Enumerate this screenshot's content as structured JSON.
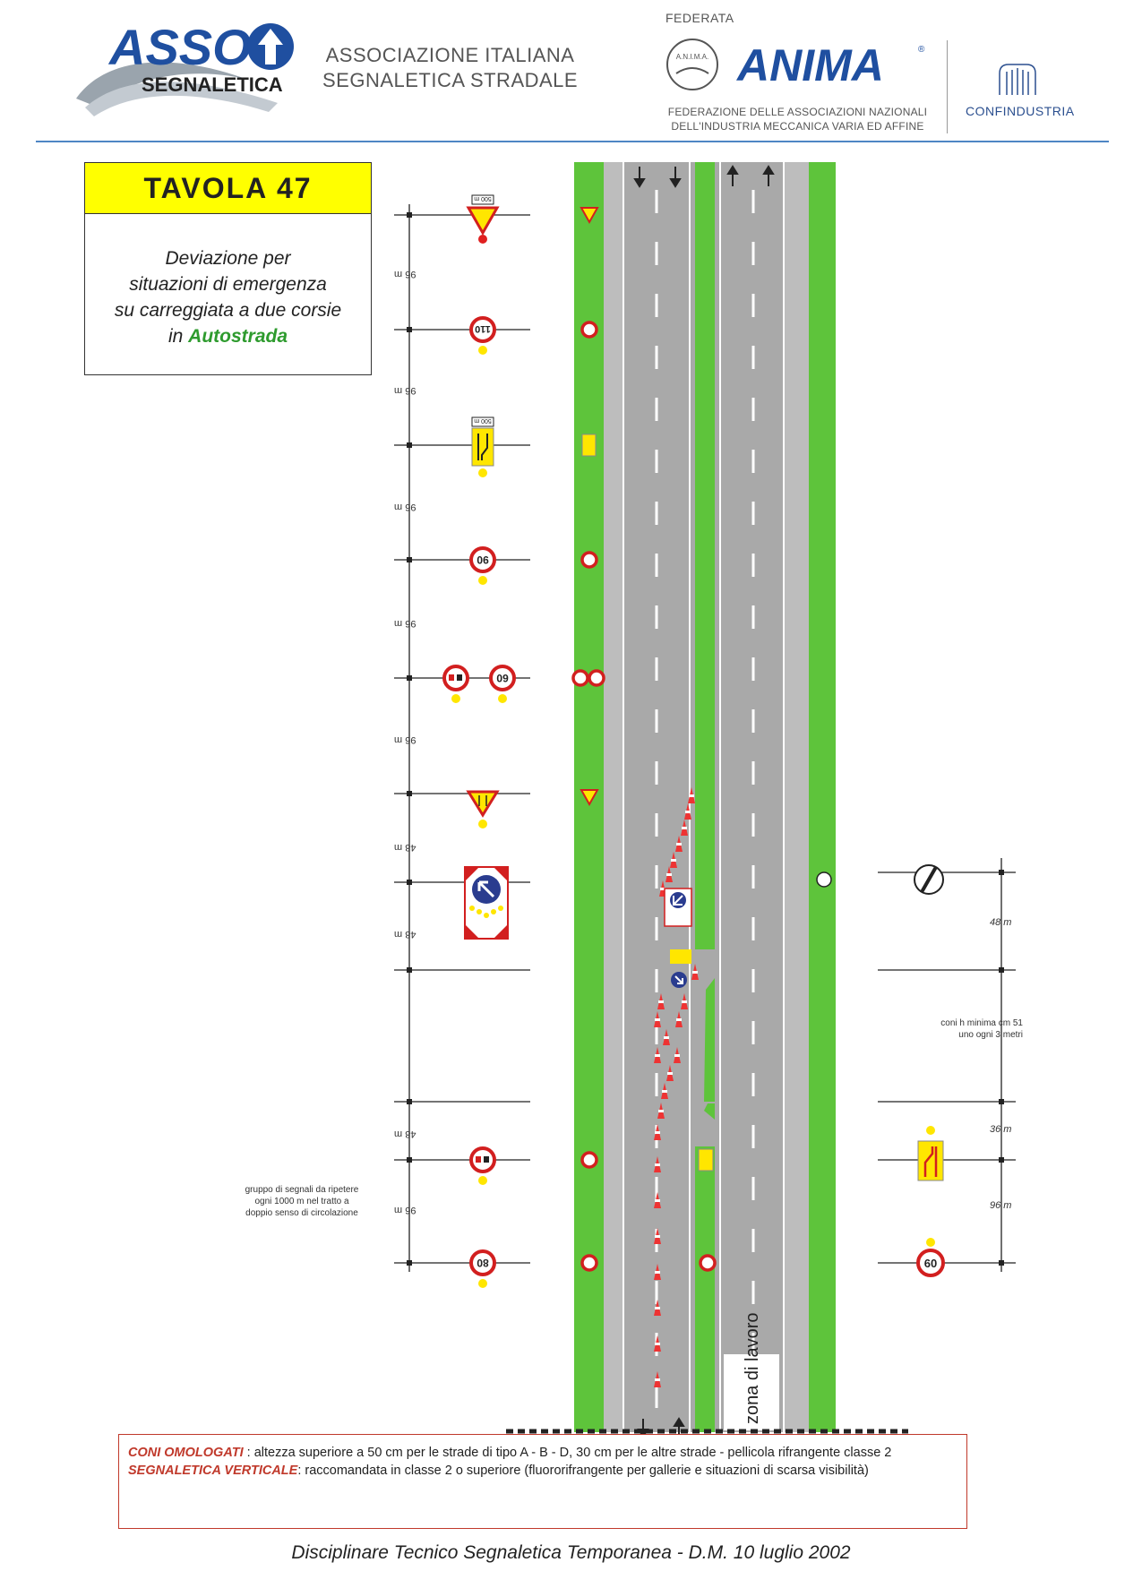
{
  "header": {
    "asso_logo_word": "ASSO",
    "asso_logo_sub": "SEGNALETICA",
    "assoc_line1": "ASSOCIAZIONE ITALIANA",
    "assoc_line2": "SEGNALETICA STRADALE",
    "federata": "FEDERATA",
    "anima_word": "ANIMA",
    "anima_seal": "A.N.I.M.A.",
    "anima_sub_line1": "FEDERAZIONE DELLE ASSOCIAZIONI NAZIONALI",
    "anima_sub_line2": "DELL'INDUSTRIA MECCANICA VARIA ED AFFINE",
    "confindustria": "CONFINDUSTRIA"
  },
  "tavola": {
    "title": "TAVOLA  47",
    "desc_line1": "Deviazione per",
    "desc_line2": "situazioni di emergenza",
    "desc_line3": "su carreggiata a due corsie",
    "desc_line4_prefix": "in ",
    "desc_line4_highlight": "Autostrada"
  },
  "left_distances": [
    "96 m",
    "96 m",
    "96 m",
    "96 m",
    "96 m",
    "48 m",
    "48 m",
    "48 m",
    "96 m"
  ],
  "right_distances": [
    "48 m",
    "36 m",
    "96 m"
  ],
  "signs": {
    "left_speed_1": "110",
    "left_speed_2": "90",
    "left_speed_3": "60",
    "left_speed_4": "80",
    "right_speed": "60",
    "panel_distance": "500 m"
  },
  "gruppo_note": "gruppo di segnali da ripetere ogni 1000 m nel tratto a doppio senso di circolazione",
  "coni_note": "coni h minima cm 51 uno ogni 3 metri",
  "zona_lavoro": "zona di lavoro",
  "footer_note": {
    "line1_label": "CONI OMOLOGATI",
    "line1_text": " : altezza superiore a 50 cm per le strade di tipo A - B - D, 30 cm per le altre strade - pellicola rifrangente classe 2",
    "line2_label": "SEGNALETICA VERTICALE",
    "line2_text": ": raccomandata in classe 2 o superiore (fluororifrangente per gallerie e situazioni di scarsa visibilità)"
  },
  "footer_title": "Disciplinare Tecnico Segnaletica Temporanea - D.M.  10 luglio 2002",
  "colors": {
    "grass": "#5ec43b",
    "asphalt": "#a9a9a9",
    "sign_red": "#d21f1f",
    "sign_yellow": "#ffe600",
    "sign_blue": "#2a3c8f",
    "accent_green": "#2e9b2e",
    "header_rule": "#4e86c4",
    "note_red": "#c0392b"
  }
}
